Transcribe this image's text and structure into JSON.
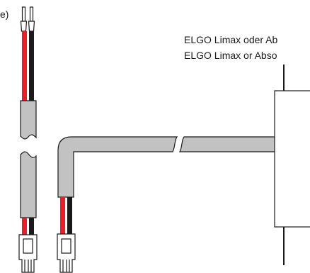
{
  "labels": {
    "panel_tag": "e)",
    "sensor_de": "ELGO Limax oder Ab",
    "sensor_en": "ELGO Limax or Abso"
  },
  "colors": {
    "cable_jacket": "#c2c2c2",
    "wire_red": "#ee1c25",
    "wire_black": "#1a1a1a",
    "outline": "#1a1a1a",
    "background": "#ffffff"
  }
}
